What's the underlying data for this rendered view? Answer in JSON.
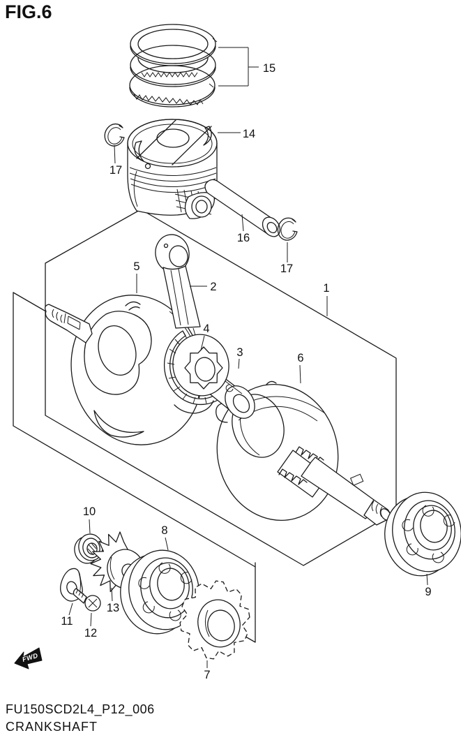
{
  "figure": {
    "title": "FIG.6",
    "part_code": "FU150SCD2L4_P12_006",
    "caption": "CRANKSHAFT",
    "fwd_label": "FWD"
  },
  "colors": {
    "ink": "#1a1a1a",
    "background": "#ffffff"
  },
  "callouts": [
    {
      "n": "1"
    },
    {
      "n": "2"
    },
    {
      "n": "3"
    },
    {
      "n": "4"
    },
    {
      "n": "5"
    },
    {
      "n": "6"
    },
    {
      "n": "7"
    },
    {
      "n": "8"
    },
    {
      "n": "9"
    },
    {
      "n": "10"
    },
    {
      "n": "11"
    },
    {
      "n": "12"
    },
    {
      "n": "13"
    },
    {
      "n": "14"
    },
    {
      "n": "15"
    },
    {
      "n": "16"
    },
    {
      "n": "17"
    },
    {
      "n": "17"
    }
  ]
}
